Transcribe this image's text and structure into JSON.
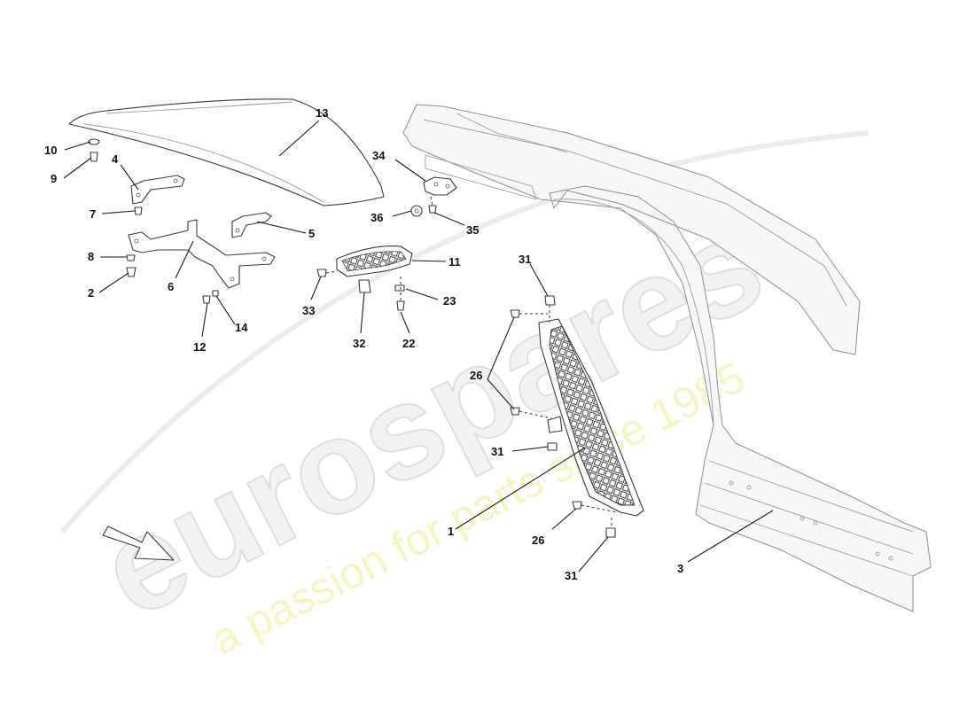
{
  "watermark": {
    "brand": "eurospares",
    "tagline": "a passion for parts since 1985"
  },
  "callouts": [
    {
      "id": "c13",
      "label": "13"
    },
    {
      "id": "c10",
      "label": "10"
    },
    {
      "id": "c9",
      "label": "9"
    },
    {
      "id": "c4",
      "label": "4"
    },
    {
      "id": "c7",
      "label": "7"
    },
    {
      "id": "c5",
      "label": "5"
    },
    {
      "id": "c8",
      "label": "8"
    },
    {
      "id": "c6",
      "label": "6"
    },
    {
      "id": "c2",
      "label": "2"
    },
    {
      "id": "c12",
      "label": "12"
    },
    {
      "id": "c14",
      "label": "14"
    },
    {
      "id": "c34",
      "label": "34"
    },
    {
      "id": "c36",
      "label": "36"
    },
    {
      "id": "c35",
      "label": "35"
    },
    {
      "id": "c11",
      "label": "11"
    },
    {
      "id": "c33",
      "label": "33"
    },
    {
      "id": "c32",
      "label": "32"
    },
    {
      "id": "c22",
      "label": "22"
    },
    {
      "id": "c23",
      "label": "23"
    },
    {
      "id": "c31a",
      "label": "31"
    },
    {
      "id": "c26a",
      "label": "26"
    },
    {
      "id": "c31b",
      "label": "31"
    },
    {
      "id": "c1",
      "label": "1"
    },
    {
      "id": "c26b",
      "label": "26"
    },
    {
      "id": "c31c",
      "label": "31"
    },
    {
      "id": "c3",
      "label": "3"
    }
  ]
}
